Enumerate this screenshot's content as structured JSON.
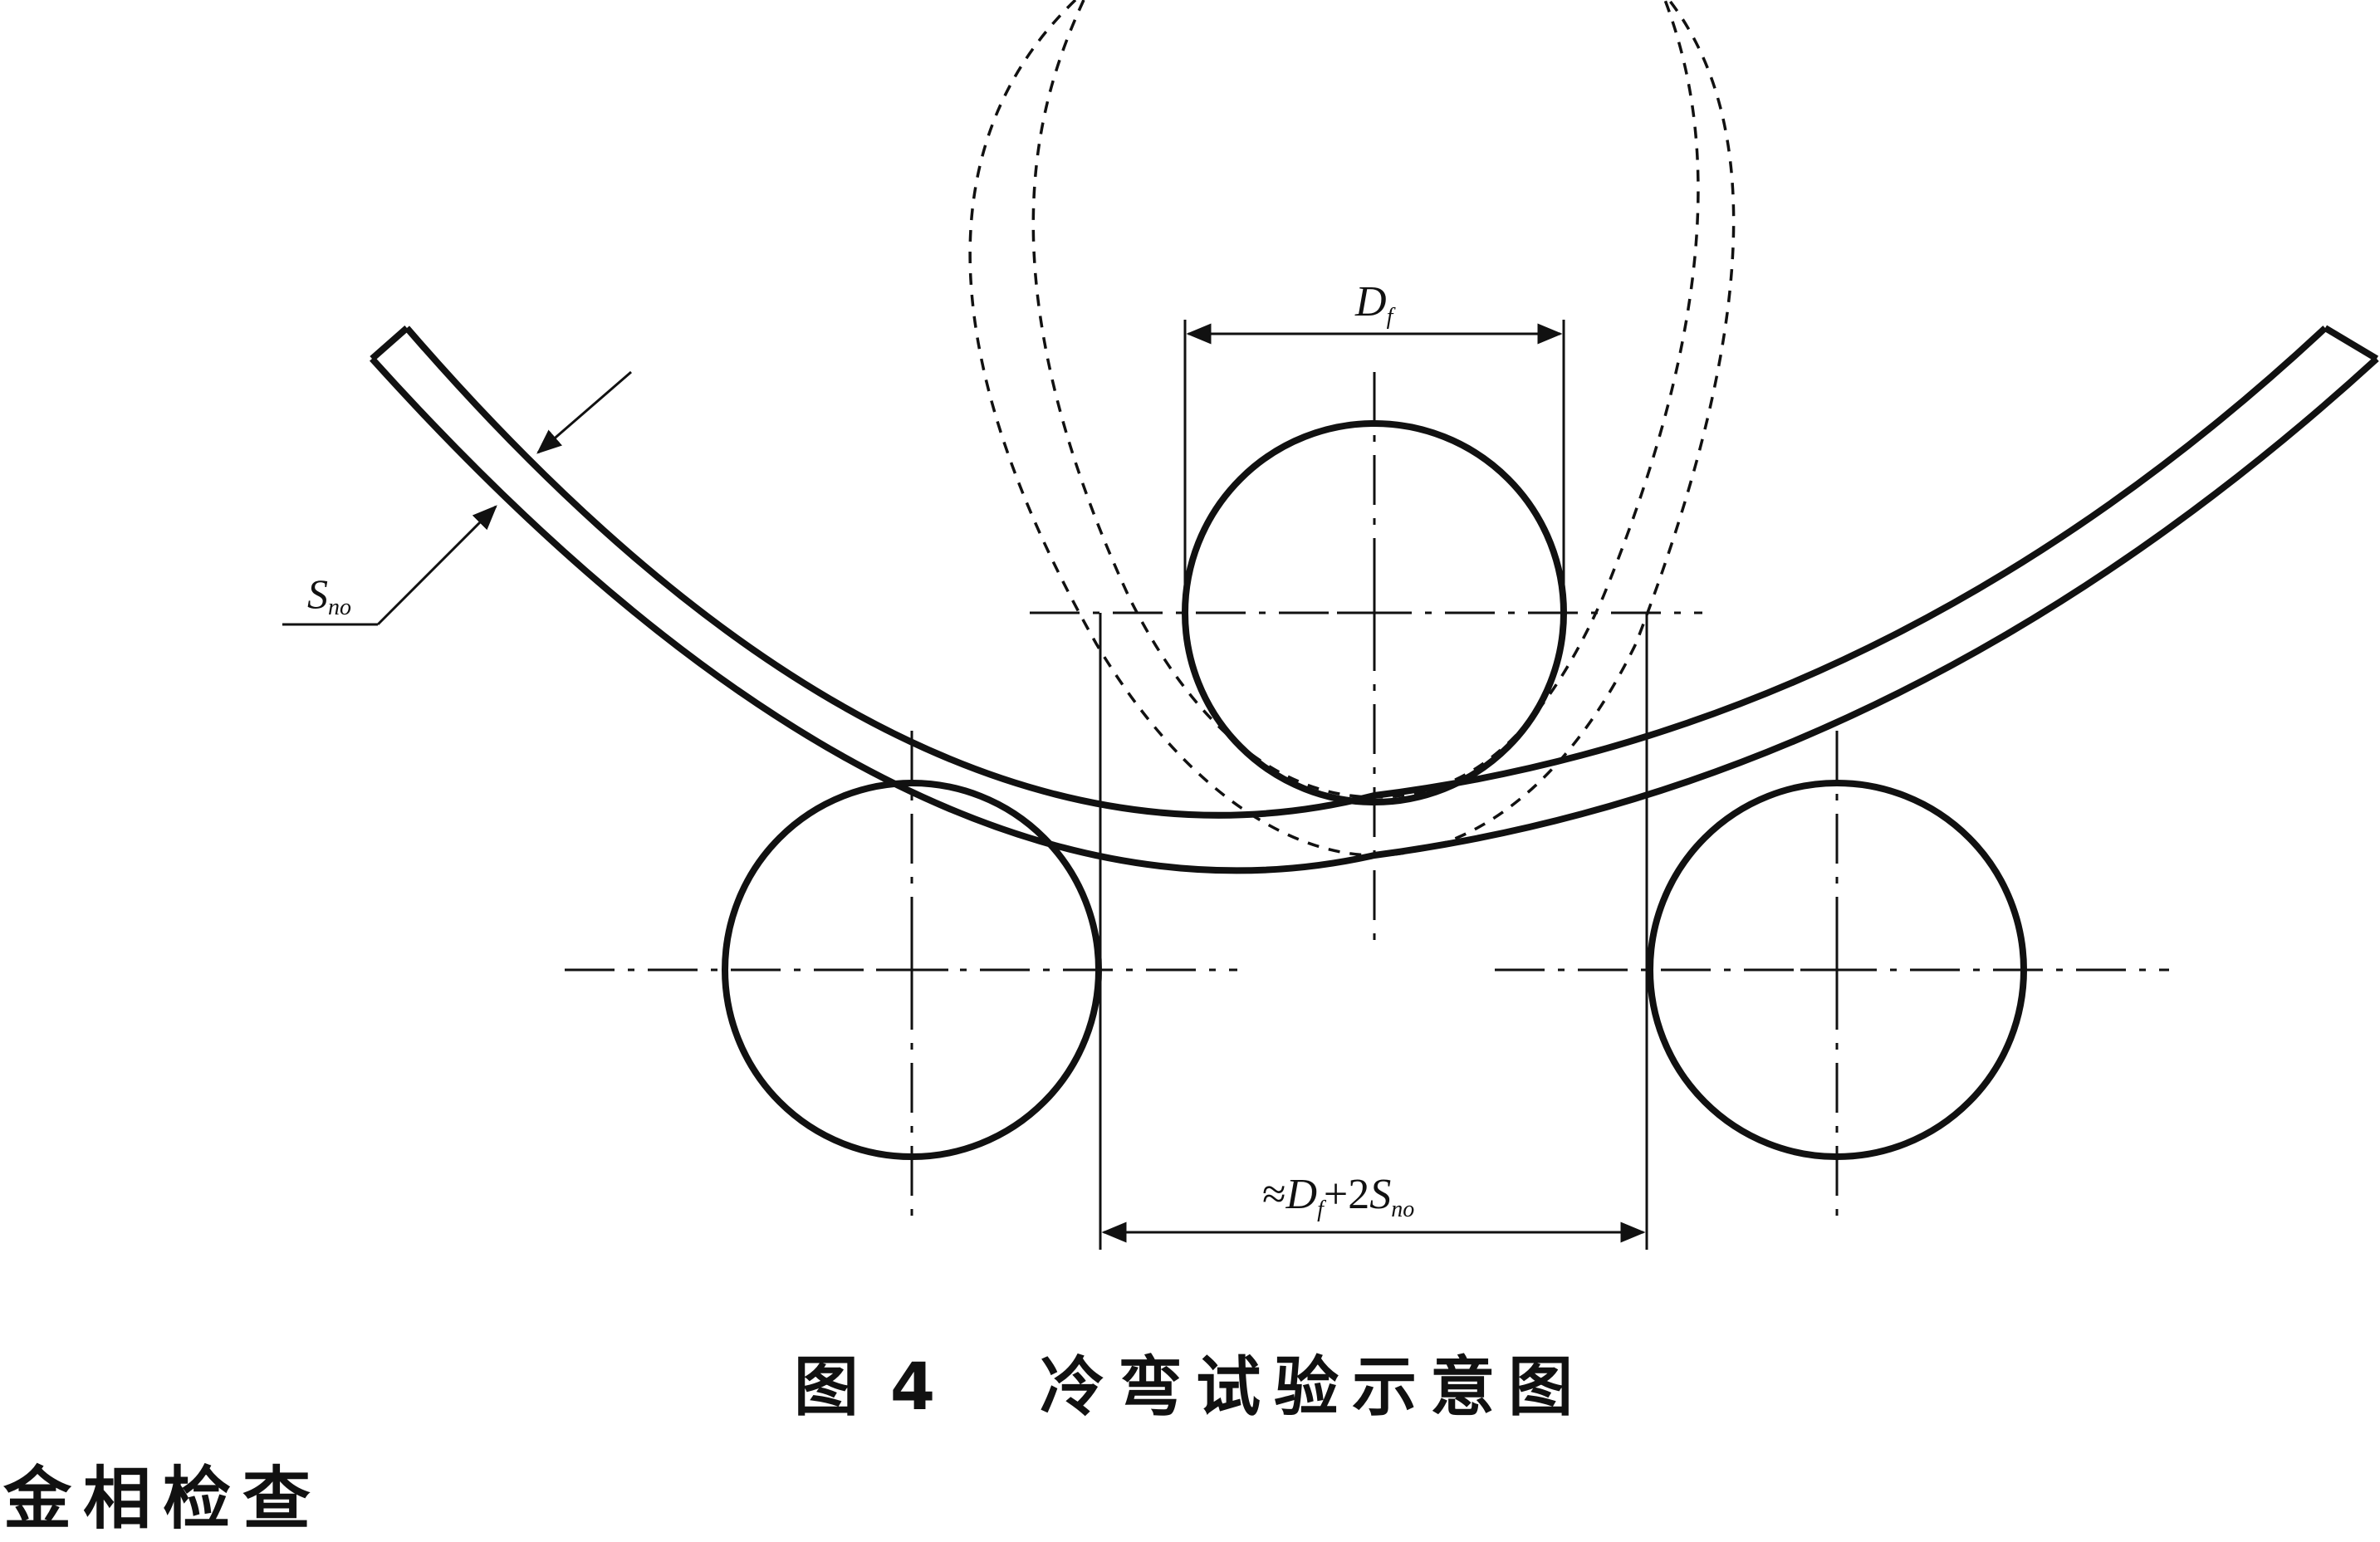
{
  "diagram": {
    "labels": {
      "d_main": "D",
      "d_sub": "f",
      "s_main": "S",
      "s_sub": "no",
      "span_prefix": "≈",
      "span_d_main": "D",
      "span_d_sub": "f",
      "span_plus": "+2",
      "span_s_main": "S",
      "span_s_sub": "no"
    }
  },
  "caption": {
    "figure_prefix": "图",
    "figure_number": "4",
    "title": "冷弯试验示意图"
  },
  "section_heading": "金相检查"
}
